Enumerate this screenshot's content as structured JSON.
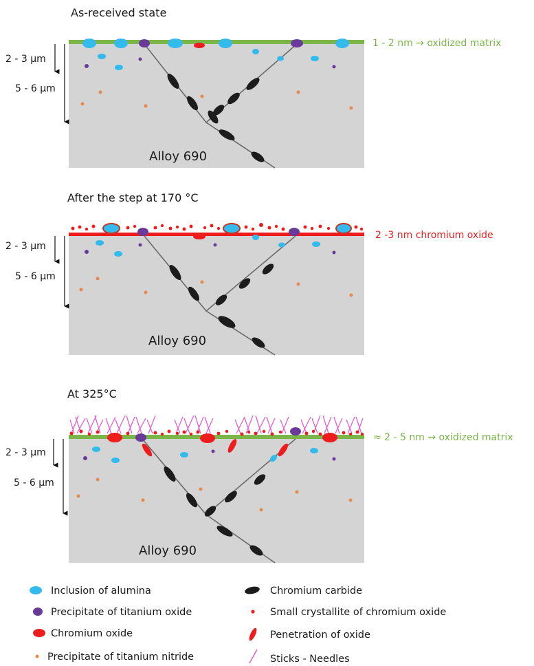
{
  "panels": [
    {
      "title": "As-received state",
      "depth_top": "2 - 3 µm",
      "depth_bottom": "5 - 6 µm",
      "alloy": "Alloy 690",
      "note": "1 - 2 nm → oxidized matrix",
      "note_color": "#7ab648",
      "surface_color": "#7ab648",
      "surface_layer": "oxidized matrix"
    },
    {
      "title": "After the step at 170 °C",
      "depth_top": "2 - 3 µm",
      "depth_bottom": "5 - 6 µm",
      "alloy": "Alloy 690",
      "note": "2 -3 nm chromium oxide",
      "note_color": "#e82020",
      "surface_color": "#ee1c1c",
      "surface_layer": "chromium oxide"
    },
    {
      "title": "At 325°C",
      "depth_top": "2 - 3 µm",
      "depth_bottom": "5 - 6 µm",
      "alloy": "Alloy 690",
      "note": "≈ 2 - 5 nm → oxidized matrix",
      "note_color": "#7ab648",
      "surface_color": "#7ab648",
      "surface_layer": "oxidized matrix with needles"
    }
  ],
  "legend": {
    "left": [
      {
        "label": "Inclusion of alumina",
        "icon": "alumina-inclusion-icon",
        "color": "#33bbee"
      },
      {
        "label": "Precipitate of titanium oxide",
        "icon": "titanium-oxide-icon",
        "color": "#6a3a9a"
      },
      {
        "label": "Chromium oxide",
        "icon": "chromium-oxide-icon",
        "color": "#ee1c1c"
      },
      {
        "label": "Precipitate of titanium nitride",
        "icon": "titanium-nitride-icon",
        "color": "#e8884a"
      }
    ],
    "right": [
      {
        "label": "Chromium carbide",
        "icon": "chromium-carbide-icon",
        "color": "#1c1c1c"
      },
      {
        "label": "Small crystallite of chromium oxide",
        "icon": "crystallite-icon",
        "color": "#ee1c1c"
      },
      {
        "label": "Penetration of oxide",
        "icon": "oxide-penetration-icon",
        "color": "#ee1c1c"
      },
      {
        "label": "Sticks - Needles",
        "icon": "needle-icon",
        "color": "#e060d0"
      }
    ]
  },
  "colors": {
    "matrix": "#d4d4d4",
    "alumina": "#33bbee",
    "titanium_oxide": "#6a3a9a",
    "chromium_oxide": "#ee1c1c",
    "titanium_nitride": "#e8884a",
    "carbide": "#1c1c1c",
    "needles": "#e060d0"
  }
}
